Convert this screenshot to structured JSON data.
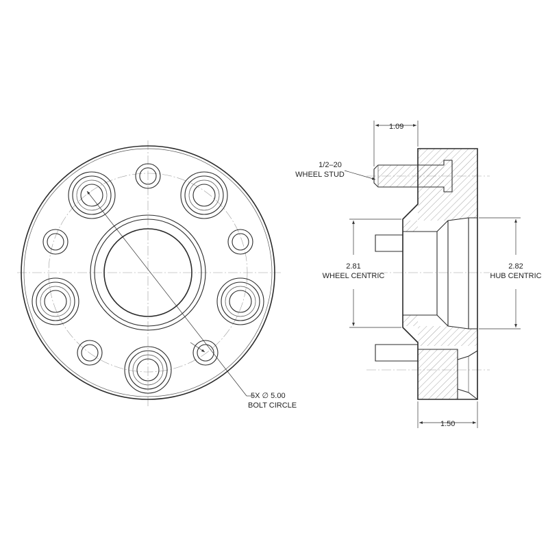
{
  "colors": {
    "line": "#2a2a2a",
    "centerline": "#9a9a9a",
    "background": "#ffffff"
  },
  "labels": {
    "stud": [
      "1/2–20",
      "WHEEL STUD"
    ],
    "bolt_circle": [
      "5X ∅ 5.00",
      "BOLT CIRCLE"
    ],
    "wheel_centric": [
      "2.81",
      "WHEEL CENTRIC"
    ],
    "hub_centric": [
      "2.82",
      "HUB CENTRIC"
    ],
    "stud_length": "1.09",
    "thickness": "1.50"
  }
}
